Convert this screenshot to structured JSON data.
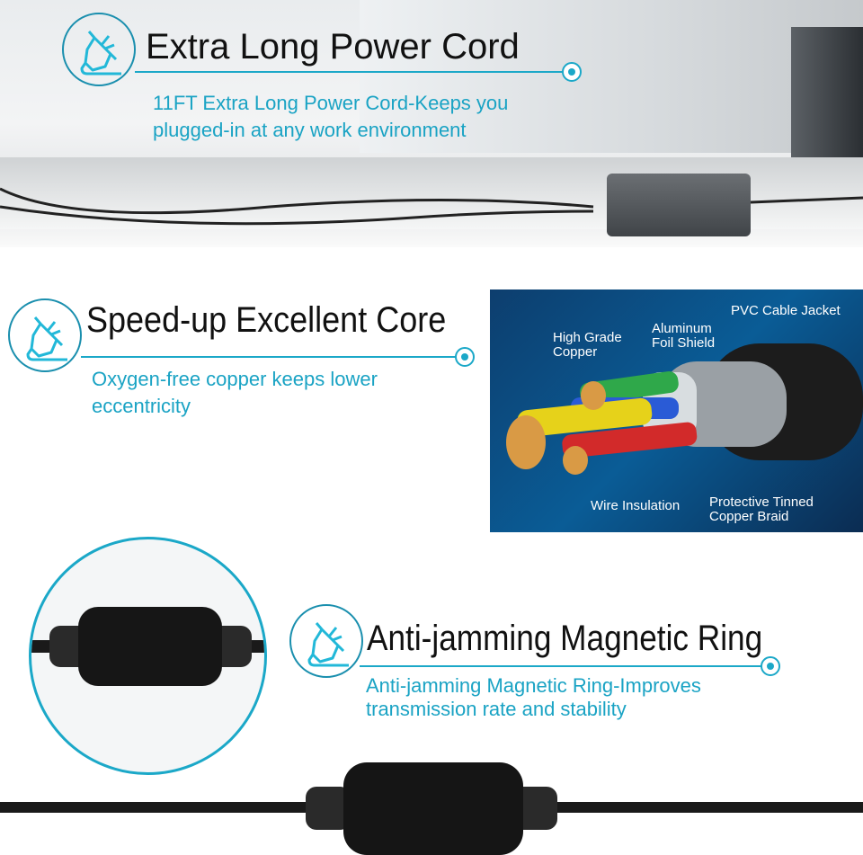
{
  "sections": [
    {
      "title": "Extra Long Power Cord",
      "desc": [
        "11FT Extra Long Power Cord-Keeps you",
        "plugged-in at any work environment"
      ],
      "icon": "plug-icon"
    },
    {
      "title": "Speed-up Excellent Core",
      "desc": [
        "Oxygen-free copper keeps lower",
        "eccentricity"
      ],
      "icon": "plug-icon"
    },
    {
      "title": "Anti-jamming Magnetic Ring",
      "desc": [
        "Anti-jamming Magnetic Ring-Improves",
        "transmission rate and stability"
      ],
      "icon": "plug-icon"
    }
  ],
  "diagram": {
    "labels": {
      "pvc": "PVC Cable Jacket",
      "aluminum": [
        "Aluminum",
        "Foil Shield"
      ],
      "copper": [
        "High Grade",
        "Copper"
      ],
      "insulation": "Wire Insulation",
      "braid": [
        "Protective Tinned",
        "Copper Braid"
      ]
    }
  },
  "colors": {
    "accent": "#1ba8c8",
    "diagram_bg": "#0a5c96"
  }
}
